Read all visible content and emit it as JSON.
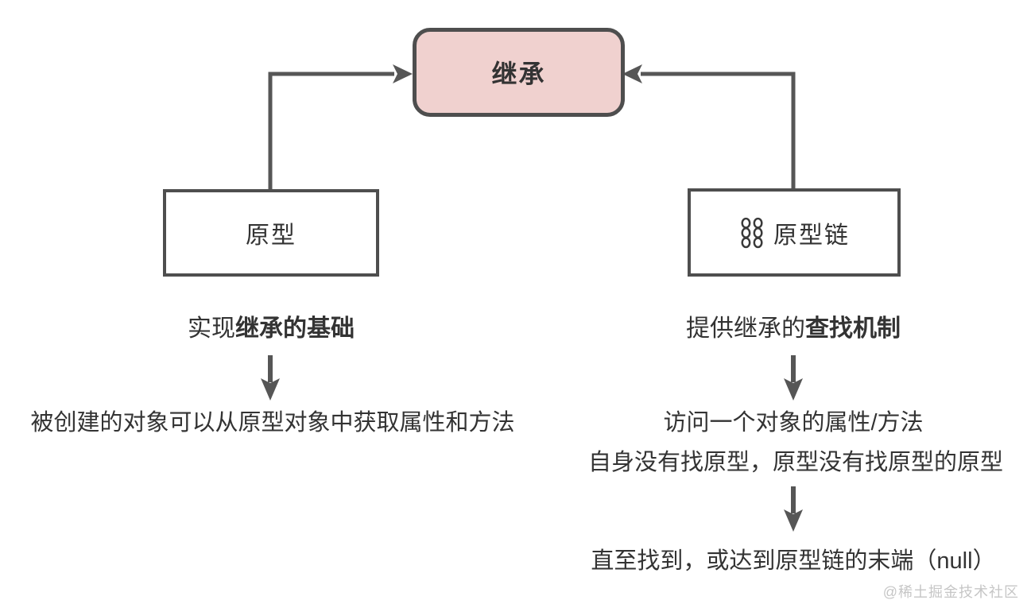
{
  "diagram": {
    "inheritance_box": {
      "label": "继承"
    },
    "prototype_box": {
      "label": "原型"
    },
    "prototype_chain_box": {
      "label": "原型链",
      "icon": "chain-icon"
    },
    "prototype_branch": {
      "caption_normal": "实现",
      "caption_bold": "继承的基础",
      "detail": "被创建的对象可以从原型对象中获取属性和方法"
    },
    "chain_branch": {
      "caption_normal": "提供继承的",
      "caption_bold": "查找机制",
      "detail_line1": "访问一个对象的属性/方法",
      "detail_line2": "自身没有找原型，原型没有找原型的原型",
      "end_note": "直至找到，或达到原型链的末端（null）"
    },
    "watermark": "@稀土掘金技术社区"
  },
  "colors": {
    "background": "#ffffff",
    "inheritance_box_fill": "#f0d1cf",
    "box_border": "#4e4e4e",
    "connector": "#565656",
    "text": "#333333",
    "watermark": "#c6c6c6"
  }
}
